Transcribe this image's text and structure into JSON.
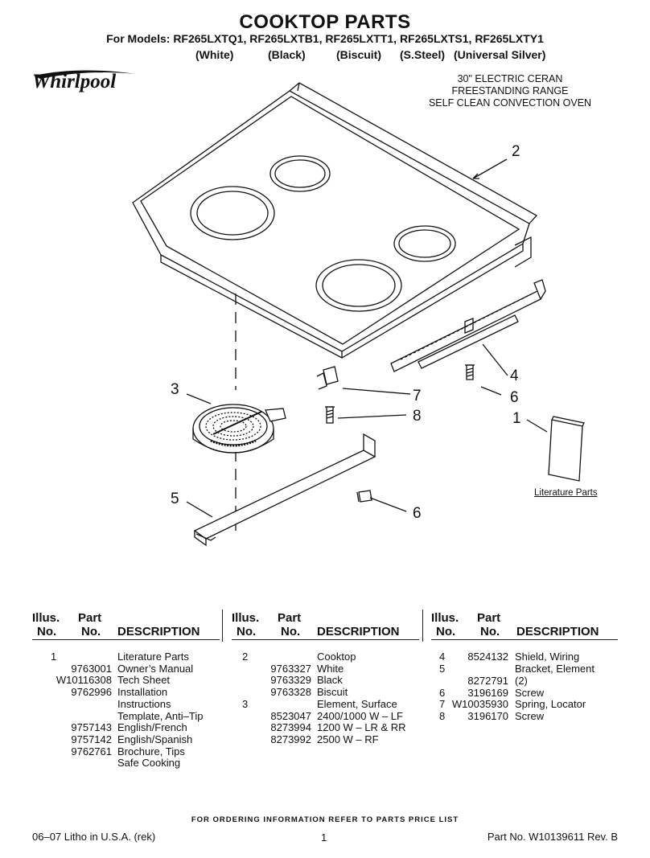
{
  "header": {
    "title": "COOKTOP PARTS",
    "models_line": "For Models: RF265LXTQ1, RF265LXTB1, RF265LXTT1, RF265LXTS1, RF265LXTY1",
    "variants": [
      "(White)",
      "(Black)",
      "(Biscuit)",
      "(S.Steel)",
      "(Universal Silver)"
    ],
    "brand": "Whirlpool",
    "subtitle_lines": [
      "30\" ELECTRIC CERAN",
      "FREESTANDING RANGE",
      "SELF CLEAN CONVECTION OVEN"
    ]
  },
  "diagram": {
    "callouts": [
      "2",
      "3",
      "4",
      "6",
      "7",
      "8",
      "1",
      "5",
      "6"
    ],
    "literature_label": "Literature Parts"
  },
  "table": {
    "headers": {
      "illus_1": "Illus.",
      "illus_2": "No.",
      "part_1": "Part",
      "part_2": "No.",
      "desc": "DESCRIPTION"
    },
    "columns": [
      {
        "rows": [
          {
            "illus": "1",
            "part": "",
            "desc": "Literature Parts"
          },
          {
            "illus": "",
            "part": "9763001",
            "desc": "Owner’s Manual"
          },
          {
            "illus": "",
            "part": "W10116308",
            "desc": "Tech Sheet"
          },
          {
            "illus": "",
            "part": "9762996",
            "desc": "Installation"
          },
          {
            "illus": "",
            "part": "",
            "desc": "Instructions"
          },
          {
            "illus": "",
            "part": "",
            "desc": "Template, Anti–Tip"
          },
          {
            "illus": "",
            "part": "9757143",
            "desc": "English/French"
          },
          {
            "illus": "",
            "part": "9757142",
            "desc": "English/Spanish"
          },
          {
            "illus": "",
            "part": "9762761",
            "desc": "Brochure, Tips"
          },
          {
            "illus": "",
            "part": "",
            "desc": "Safe Cooking"
          }
        ]
      },
      {
        "rows": [
          {
            "illus": "2",
            "part": "",
            "desc": "Cooktop"
          },
          {
            "illus": "",
            "part": "9763327",
            "desc": "White"
          },
          {
            "illus": "",
            "part": "9763329",
            "desc": "Black"
          },
          {
            "illus": "",
            "part": "9763328",
            "desc": "Biscuit"
          },
          {
            "illus": "3",
            "part": "",
            "desc": "Element, Surface"
          },
          {
            "illus": "",
            "part": "8523047",
            "desc": "2400/1000 W – LF"
          },
          {
            "illus": "",
            "part": "8273994",
            "desc": "1200 W – LR & RR"
          },
          {
            "illus": "",
            "part": "8273992",
            "desc": "2500 W – RF"
          }
        ]
      },
      {
        "rows": [
          {
            "illus": "4",
            "part": "8524132",
            "desc": "Shield, Wiring"
          },
          {
            "illus": "5",
            "part": "",
            "desc": "Bracket, Element"
          },
          {
            "illus": "",
            "part": "8272791",
            "desc": "(2)"
          },
          {
            "illus": "6",
            "part": "3196169",
            "desc": "Screw"
          },
          {
            "illus": "7",
            "part": "W10035930",
            "desc": "Spring, Locator"
          },
          {
            "illus": "8",
            "part": "3196170",
            "desc": "Screw"
          }
        ]
      }
    ]
  },
  "footer": {
    "ordering": "FOR ORDERING INFORMATION REFER TO PARTS PRICE LIST",
    "litho": "06–07 Litho in U.S.A. (rek)",
    "page": "1",
    "part_no": "Part No. W10139611 Rev. B"
  }
}
